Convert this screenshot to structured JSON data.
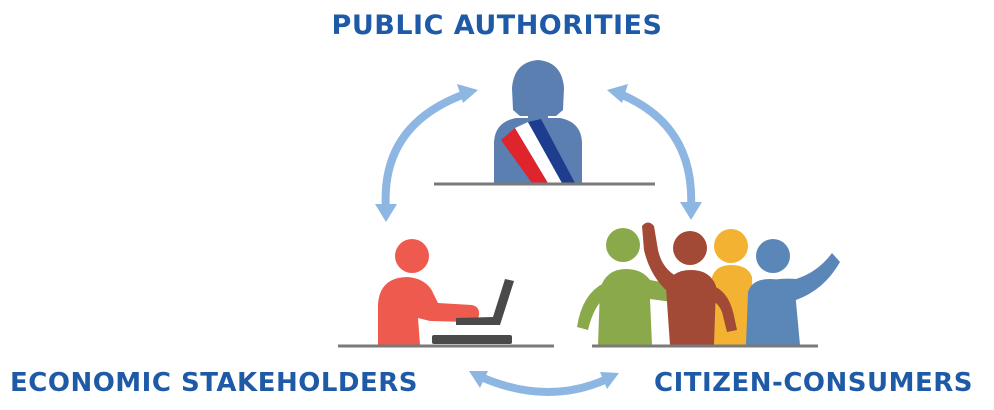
{
  "colors": {
    "label_text": "#1f5aa6",
    "arrow": "#8db7e2",
    "authority_figure": "#5b7fb0",
    "sash_red": "#e0242c",
    "sash_white": "#ffffff",
    "sash_blue": "#1e3d8f",
    "stakeholder_figure": "#ef5a4e",
    "laptop": "#4a4a4a",
    "ground_line": "#7a7a7a",
    "citizen_green": "#8aa94a",
    "citizen_brown": "#a24a36",
    "citizen_yellow": "#f4b233",
    "citizen_blue": "#5a86b8"
  },
  "nodes": {
    "public_authorities": {
      "label": "PUBLIC AUTHORITIES",
      "icon": "mayor-with-tricolor-sash-icon"
    },
    "economic_stakeholders": {
      "label": "ECONOMIC STAKEHOLDERS",
      "icon": "person-at-laptop-icon"
    },
    "citizen_consumers": {
      "label": "CITIZEN-CONSUMERS",
      "icon": "group-of-people-icon"
    }
  },
  "edges": [
    {
      "from": "public_authorities",
      "to": "economic_stakeholders",
      "style": "double-headed-curved-arrow"
    },
    {
      "from": "public_authorities",
      "to": "citizen_consumers",
      "style": "double-headed-curved-arrow"
    },
    {
      "from": "economic_stakeholders",
      "to": "citizen_consumers",
      "style": "double-headed-curved-arrow"
    }
  ]
}
